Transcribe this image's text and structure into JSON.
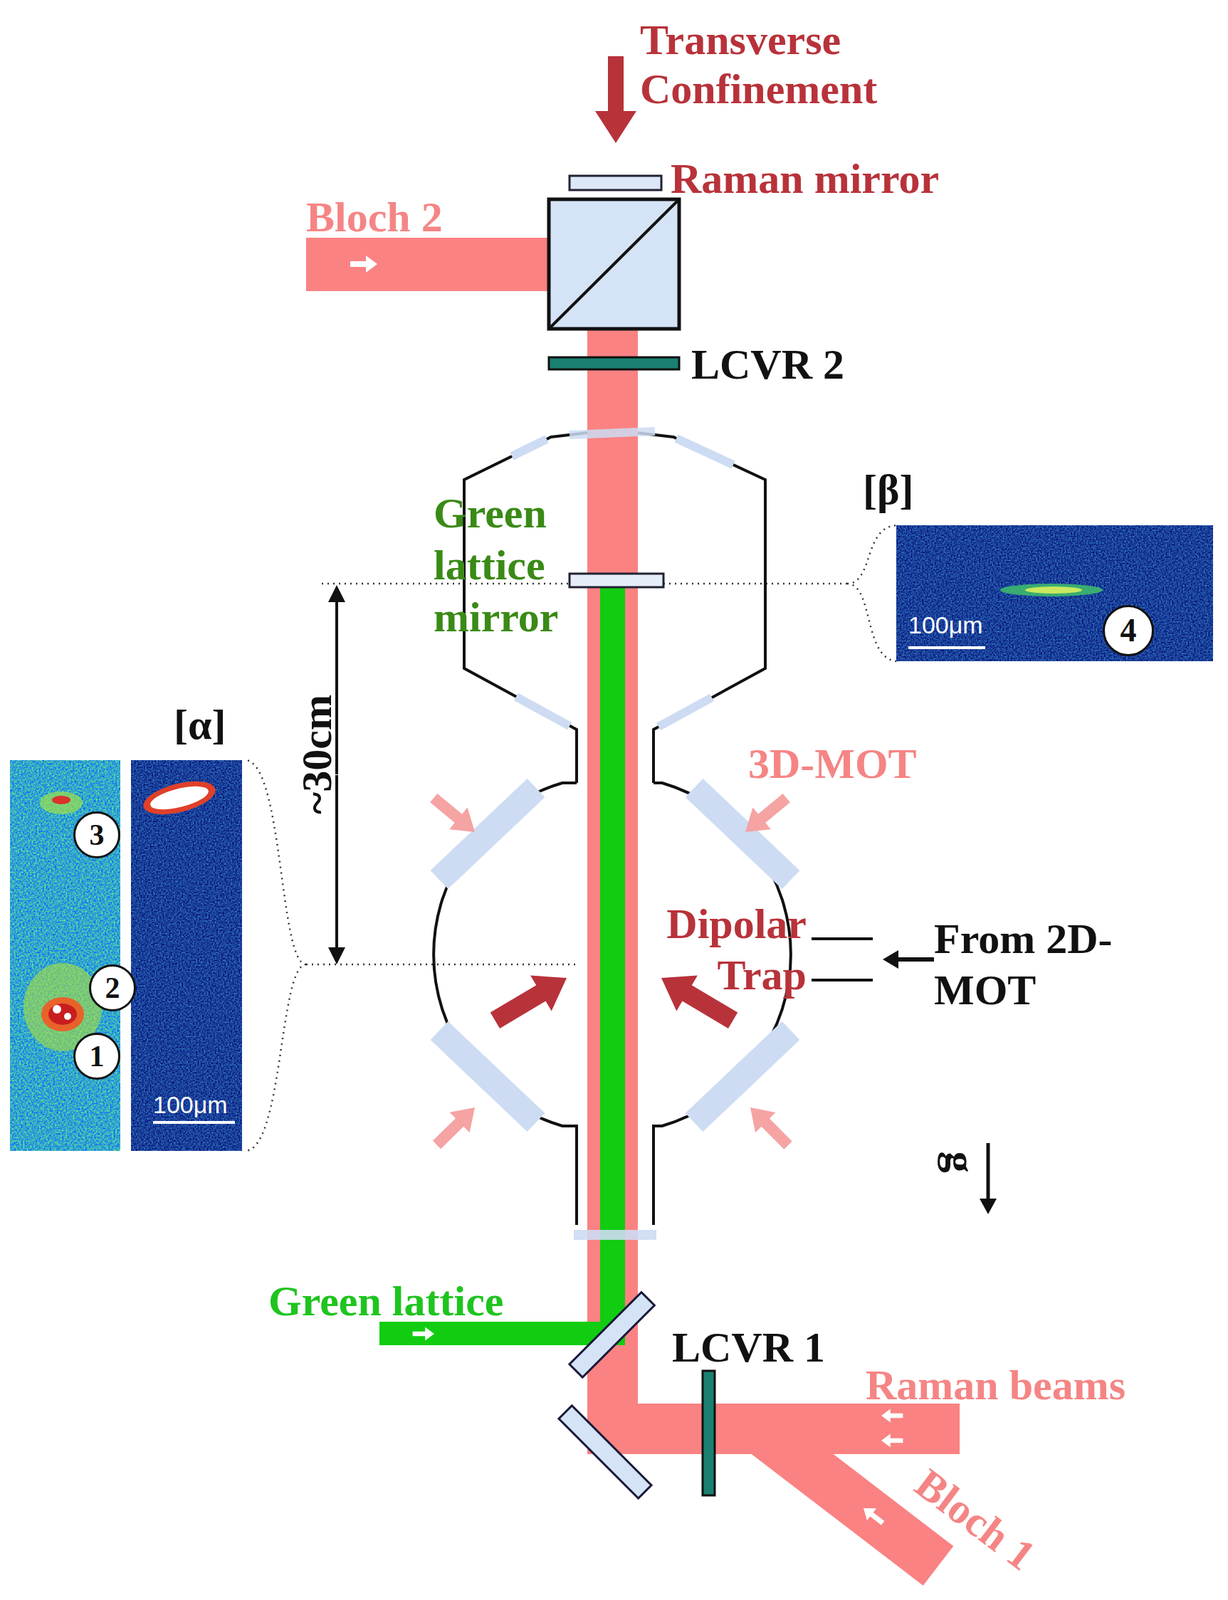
{
  "diagram": {
    "nodes": [
      {
        "text": [
          "[β]",
          "100μm"
        ]
      },
      {
        "text": [
          "4"
        ],
        "in": 0
      },
      {
        "text": [
          "[α]",
          "100μm"
        ]
      },
      {
        "text": [
          "3"
        ]
      },
      {
        "text": [
          "2"
        ]
      },
      {
        "text": [
          "1"
        ]
      }
    ],
    "labels": [
      "Transverse Confinement",
      "Raman mirror",
      "Bloch 2",
      "LCVR 2",
      "Green lattice mirror",
      "~30cm",
      "3D-MOT",
      "Dipolar Trap",
      "From 2D-MOT",
      "g⃗",
      "Green lattice",
      "LCVR 1",
      "Raman beams",
      "Bloch 1"
    ]
  }
}
